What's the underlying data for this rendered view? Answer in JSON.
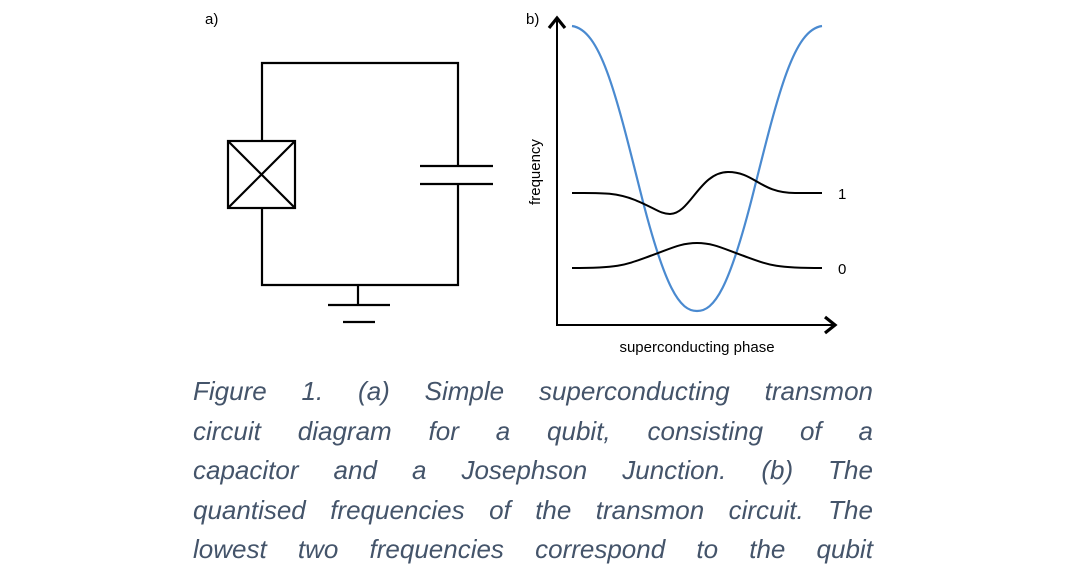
{
  "panel_a": {
    "label": "a)"
  },
  "panel_b": {
    "label": "b)",
    "y_axis_label": "frequency",
    "x_axis_label": "superconducting phase",
    "levels": [
      "1",
      "0"
    ],
    "colors": {
      "potential": "#4a8ad0",
      "levels": "#000000"
    }
  },
  "caption": {
    "lines": [
      "Figure 1. (a) Simple superconducting transmon",
      "circuit diagram for a qubit, consisting of a",
      "capacitor and a Josephson Junction. (b) The",
      "quantised frequencies of the transmon circuit. The",
      "lowest two frequencies correspond to the qubit"
    ],
    "color": "#44546a"
  }
}
